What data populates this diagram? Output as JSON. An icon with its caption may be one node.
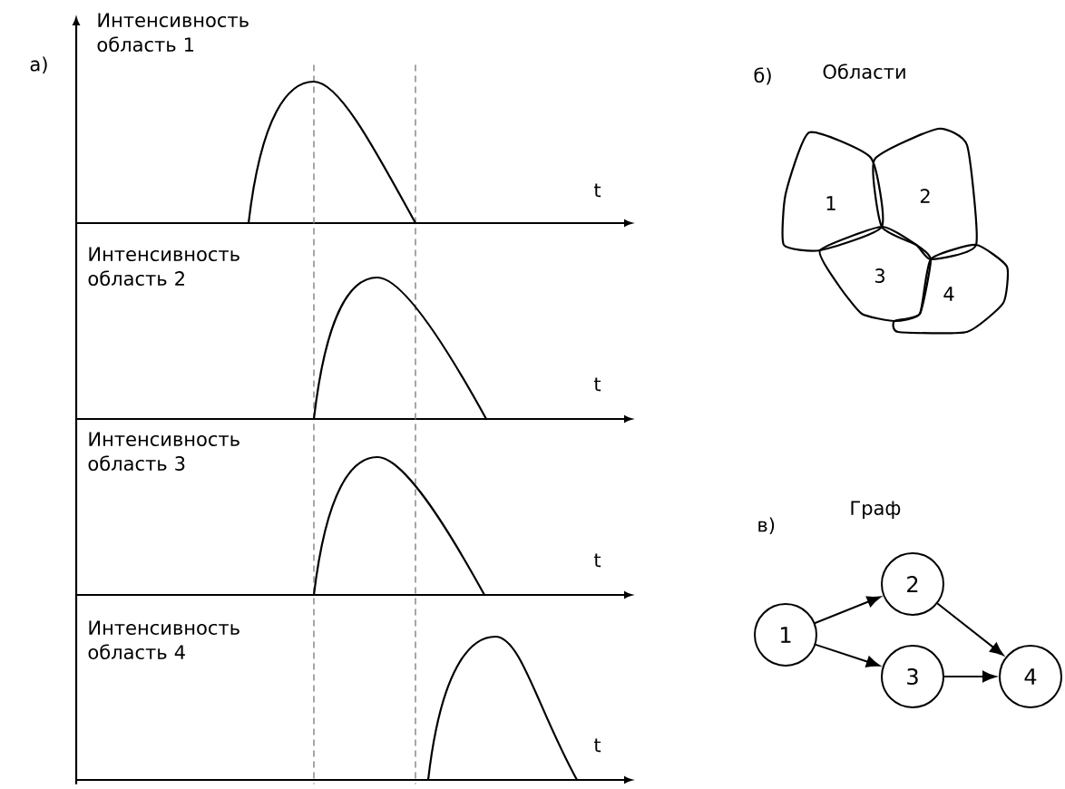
{
  "diagram": {
    "nodes": [
      {
        "text": [
          "1"
        ]
      },
      {
        "text": [
          "2"
        ]
      },
      {
        "text": [
          "3"
        ]
      },
      {
        "text": [
          "4"
        ]
      },
      {
        "text": [
          "1"
        ]
      },
      {
        "text": [
          "2"
        ]
      },
      {
        "text": [
          "3"
        ]
      },
      {
        "text": [
          "4"
        ]
      }
    ],
    "edges": [
      {
        "from": 4,
        "to": 5,
        "arrow": "to"
      },
      {
        "from": 4,
        "to": 6,
        "arrow": "to"
      },
      {
        "from": 5,
        "to": 7,
        "arrow": "to"
      },
      {
        "from": 6,
        "to": 7,
        "arrow": "to"
      }
    ],
    "labels": [
      "а)",
      "Интенсивность область 1",
      "t",
      "Интенсивность область 2",
      "t",
      "Интенсивность область 3",
      "t",
      "Интенсивность область 4",
      "t",
      "б)",
      "Области",
      "в)",
      "Граф"
    ]
  }
}
